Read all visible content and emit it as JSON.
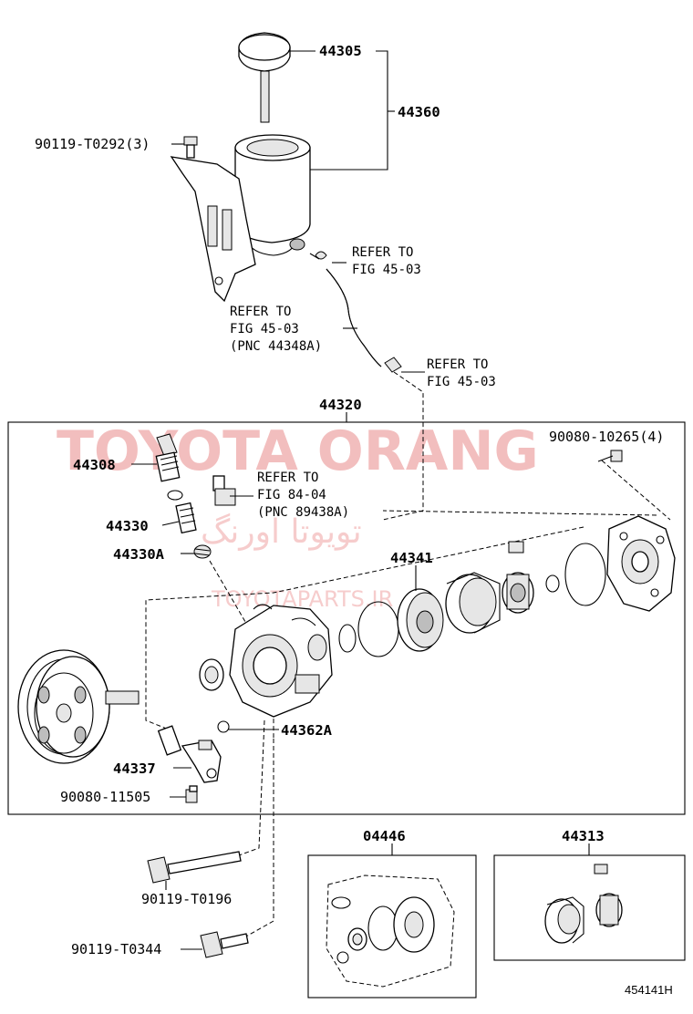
{
  "watermark": {
    "latin": "TOYOTA ORANG",
    "arabic": "تویوتا اورنگ",
    "site": "TOYOTAPARTS.IR"
  },
  "labels": {
    "p44305": "44305",
    "p44360": "44360",
    "p90119_t0292": "90119-T0292(3)",
    "p44320": "44320",
    "p44308": "44308",
    "p44330": "44330",
    "p44330a": "44330A",
    "p44341": "44341",
    "p90080_10265": "90080-10265(4)",
    "p44362a": "44362A",
    "p44337": "44337",
    "p90080_11505": "90080-11505",
    "p04446": "04446",
    "p44313": "44313",
    "p90119_t0196": "90119-T0196",
    "p90119_t0344": "90119-T0344"
  },
  "refs": {
    "ref_a": [
      "REFER TO",
      "FIG 45-03"
    ],
    "ref_b": [
      "REFER TO",
      "FIG 45-03",
      "(PNC 44348A)"
    ],
    "ref_c": [
      "REFER TO",
      "FIG 45-03"
    ],
    "ref_d": [
      "REFER TO",
      "FIG 84-04",
      "(PNC 89438A)"
    ]
  },
  "figure_id": "454141H"
}
